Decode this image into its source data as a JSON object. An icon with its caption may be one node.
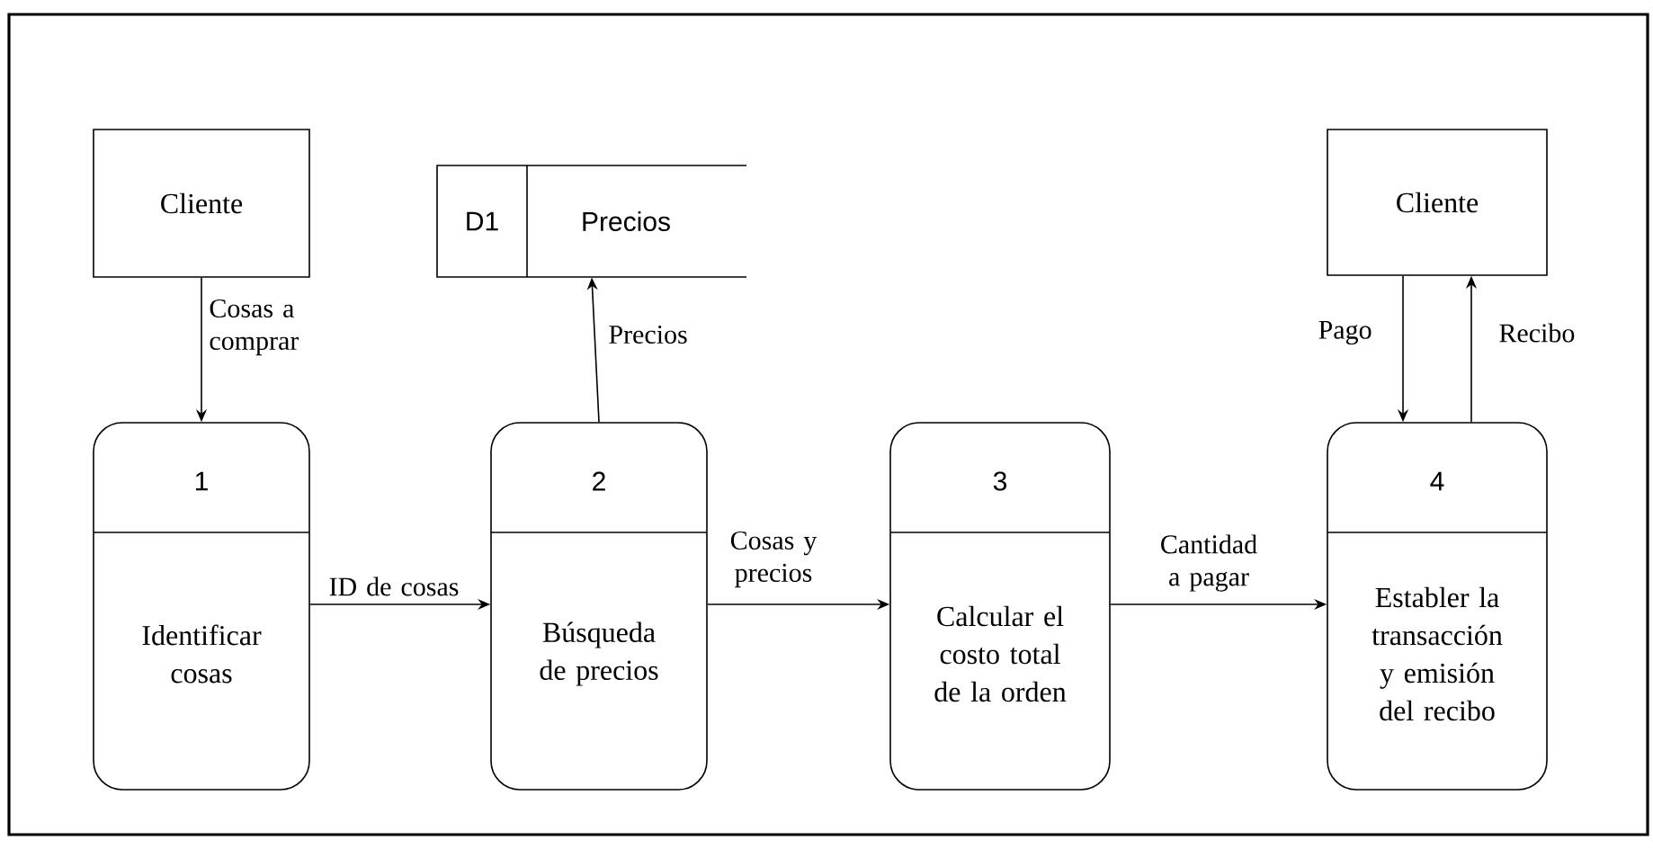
{
  "diagram": {
    "nodes": [
      {
        "text": [
          "Cliente"
        ]
      },
      {
        "text": [
          "D1",
          "Precios"
        ]
      },
      {
        "text": [
          "Cliente"
        ]
      },
      {
        "text": [
          "1",
          "Identificar cosas"
        ]
      },
      {
        "text": [
          "2",
          "Búsqueda de precios"
        ]
      },
      {
        "text": [
          "3",
          "Calcular el costo total de la orden"
        ]
      },
      {
        "text": [
          "4",
          "Establer la transacción y emisión del recibo"
        ]
      }
    ],
    "edges": [
      {
        "from": 0,
        "to": 3,
        "arrow": "to",
        "label": "Cosas a comprar"
      },
      {
        "from": 4,
        "to": 1,
        "arrow": "to",
        "label": "Precios"
      },
      {
        "from": 2,
        "to": 6,
        "arrow": "to",
        "label": "Pago"
      },
      {
        "from": 6,
        "to": 2,
        "arrow": "to",
        "label": "Recibo"
      },
      {
        "from": 3,
        "to": 4,
        "arrow": "to",
        "label": "ID de cosas"
      },
      {
        "from": 4,
        "to": 5,
        "arrow": "to",
        "label": "Cosas y precios"
      },
      {
        "from": 5,
        "to": 6,
        "arrow": "to",
        "label": "Cantidad a pagar"
      }
    ]
  }
}
